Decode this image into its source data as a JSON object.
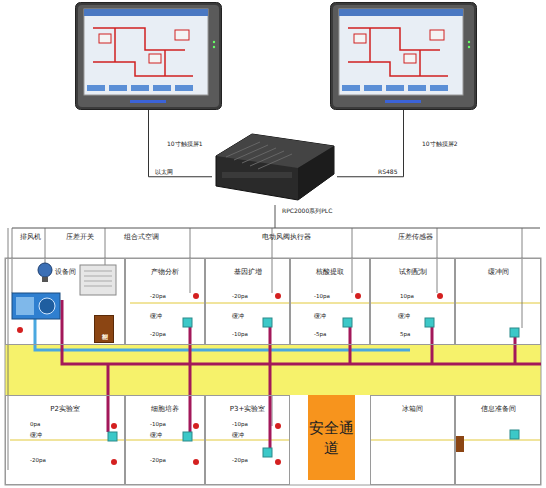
{
  "diagram": {
    "nodes": [
      {
        "text": [
          "10寸触摸屏1"
        ]
      },
      {
        "text": [
          "10寸触摸屏2"
        ]
      },
      {
        "text": [
          "RPC2000系列PLC"
        ]
      },
      {
        "text": [
          "设备间"
        ]
      },
      {
        "text": [
          "控制柜"
        ],
        "in": 3
      },
      {
        "text": [
          "产物分析"
        ]
      },
      {
        "text": [
          "基因扩增"
        ]
      },
      {
        "text": [
          "核酸提取"
        ]
      },
      {
        "text": [
          "试剂配制"
        ]
      },
      {
        "text": [
          "缓冲间"
        ]
      },
      {
        "text": [
          "P2实验室"
        ]
      },
      {
        "text": [
          "细胞培养"
        ]
      },
      {
        "text": [
          "P3+实验室"
        ]
      },
      {
        "text": [
          "安全通道"
        ]
      },
      {
        "text": [
          "冰箱间"
        ]
      },
      {
        "text": [
          "信息准备间"
        ]
      }
    ],
    "edges": [
      {
        "from": 0,
        "to": 2,
        "label": "以太网",
        "arrow": "none"
      },
      {
        "from": 1,
        "to": 2,
        "label": "RS485",
        "arrow": "none"
      }
    ],
    "labels": [
      "排风机",
      "压差开关",
      "组合式空调",
      "电动风阀执行器",
      "压差传感器",
      "-20pa",
      "缓冲",
      "-20pa",
      "-20pa",
      "缓冲",
      "-10pa",
      "-10pa",
      "缓冲",
      "-5pa",
      "10pa",
      "缓冲",
      "5pa",
      "0pa",
      "缓冲",
      "-20pa",
      "-10pa",
      "缓冲",
      "-20pa",
      "-10pa",
      "缓冲",
      "-20pa"
    ]
  }
}
